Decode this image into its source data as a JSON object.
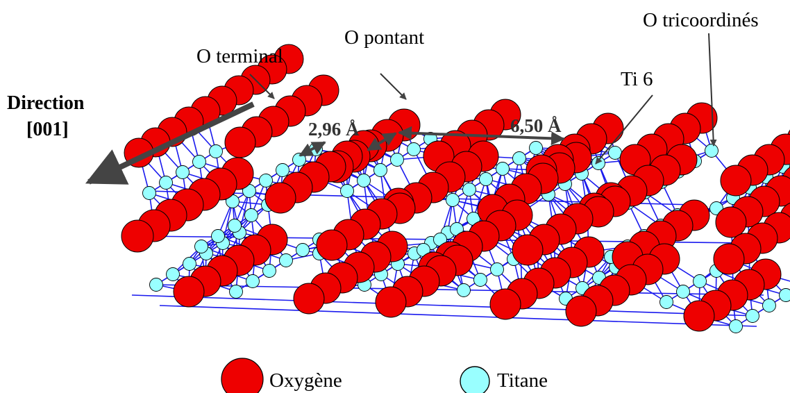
{
  "labels": {
    "direction_line1": "Direction",
    "direction_line2": "[001]",
    "o_terminal": "O terminal",
    "o_pontant": "O pontant",
    "o_tricoordines": "O tricoordinés",
    "ti6": "Ti 6",
    "dist_short": "2,96 Å",
    "dist_long": "6,50 Å"
  },
  "legend": {
    "oxygen": "Oxygène",
    "titanium": "Titane"
  },
  "colors": {
    "oxygen": "#ee0000",
    "titanium": "#99ffff",
    "bond": "#1a1aee",
    "arrow": "#444444"
  }
}
